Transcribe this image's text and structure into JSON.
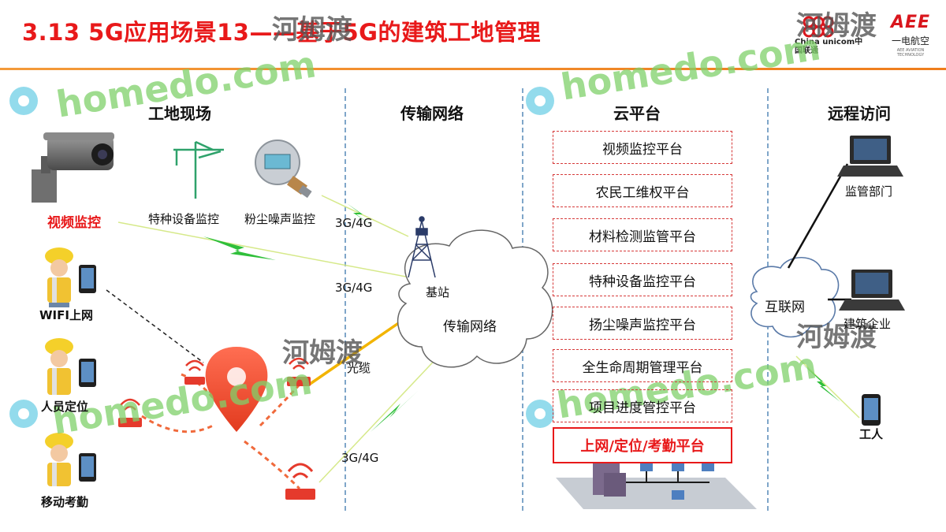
{
  "title": "3.13 5G应用场景13——基于5G的建筑工地管理",
  "logos": {
    "unicom_text": "China unicom中国联通",
    "aee": "AEE",
    "aee_cn": "一电航空",
    "aee_en": "AEE AVIATION TECHNOLOGY"
  },
  "watermark": {
    "text": "homedo.com",
    "cn": "河姆渡"
  },
  "columns": {
    "site": "工地现场",
    "network": "传输网络",
    "cloud": "云平台",
    "remote": "远程访问"
  },
  "site": {
    "video": "视频监控",
    "special_equipment": "特种设备监控",
    "dust_noise": "粉尘噪声监控",
    "wifi": "WIFI上网",
    "positioning": "人员定位",
    "attendance": "移动考勤"
  },
  "network": {
    "link1": "3G/4G",
    "link2": "3G/4G",
    "fiber": "光缆",
    "link3": "3G/4G",
    "base_station": "基站",
    "transport": "传输网络"
  },
  "platforms": [
    "视频监控平台",
    "农民工维权平台",
    "材料检测监管平台",
    "特种设备监控平台",
    "扬尘噪声监控平台",
    "全生命周期管理平台",
    "项目进度管控平台",
    "上网/定位/考勤平台"
  ],
  "remote": {
    "internet": "互联网",
    "regulator": "监管部门",
    "company": "建筑企业",
    "worker": "工人"
  },
  "colors": {
    "title": "#e8191a",
    "accent": "#ef7d1c",
    "divider": "#7fa6c9",
    "wireless": "#2fbf3a",
    "fiber": "#f2b400"
  }
}
